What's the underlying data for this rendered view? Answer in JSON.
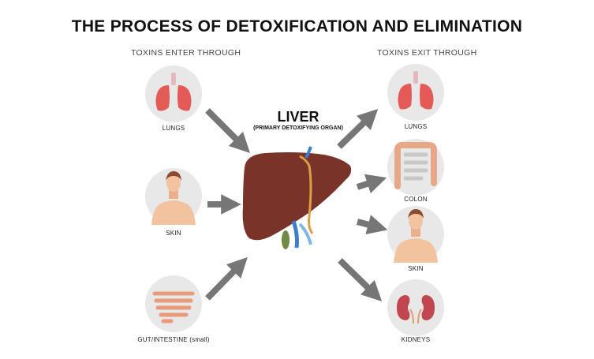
{
  "title": "THE PROCESS OF DETOXIFICATION AND ELIMINATION",
  "left_heading": "TOXINS ENTER THROUGH",
  "right_heading": "TOXINS EXIT THROUGH",
  "liver": {
    "label": "LIVER",
    "sublabel": "(PRIMARY DETOXIFYING ORGAN)"
  },
  "inputs": [
    {
      "label": "LUNGS",
      "icon": "lungs-icon"
    },
    {
      "label": "SKIN",
      "icon": "skin-icon"
    },
    {
      "label": "GUT/INTESTINE (small)",
      "icon": "intestine-icon"
    }
  ],
  "outputs": [
    {
      "label": "LUNGS",
      "icon": "lungs-icon"
    },
    {
      "label": "COLON",
      "icon": "colon-icon"
    },
    {
      "label": "SKIN",
      "icon": "skin-icon"
    },
    {
      "label": "KIDNEYS",
      "icon": "kidneys-icon"
    }
  ],
  "colors": {
    "circle": "#e8e8e8",
    "arrow": "#767676",
    "liver": "#7a3328",
    "lungs": "#e45a56",
    "skin": "#f3c3a0",
    "intestine": "#e89a7a",
    "colon": "#e7a88a"
  }
}
